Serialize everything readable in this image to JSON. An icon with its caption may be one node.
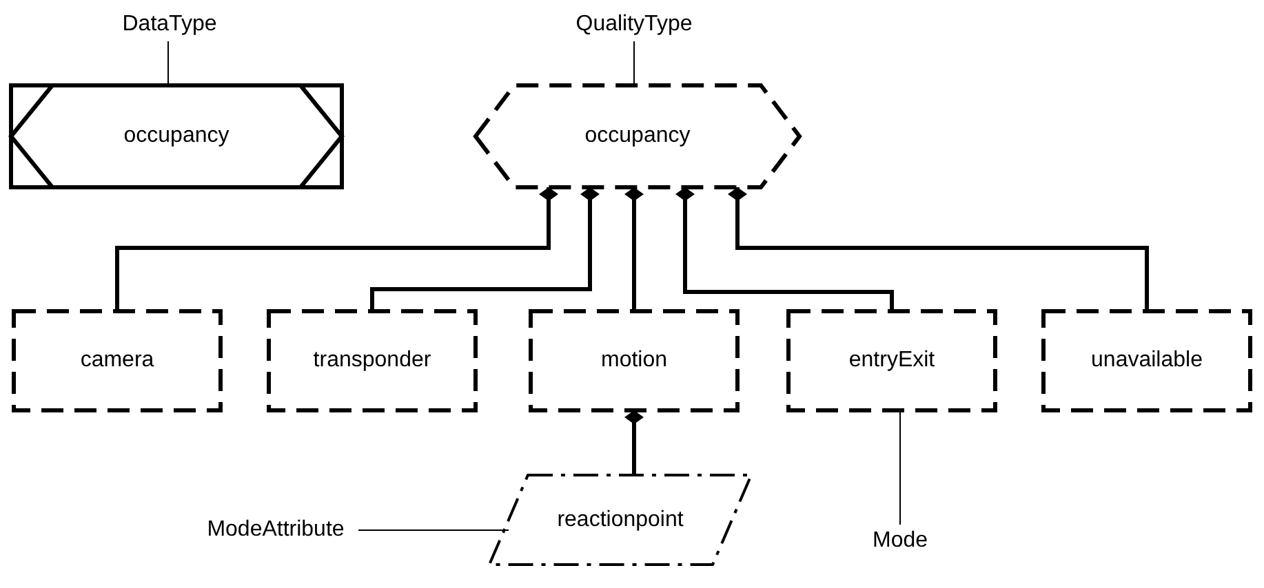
{
  "diagram": {
    "nodes": [
      {
        "text": [
          "DataType"
        ]
      },
      {
        "text": [
          "occupancy"
        ]
      },
      {
        "text": [
          "QualityType"
        ]
      },
      {
        "text": [
          "occupancy"
        ]
      },
      {
        "text": [
          "camera"
        ]
      },
      {
        "text": [
          "transponder"
        ]
      },
      {
        "text": [
          "motion"
        ]
      },
      {
        "text": [
          "entryExit"
        ]
      },
      {
        "text": [
          "unavailable"
        ]
      },
      {
        "text": [
          "reactionpoint"
        ]
      },
      {
        "text": [
          "ModeAttribute"
        ]
      },
      {
        "text": [
          "Mode"
        ]
      }
    ],
    "edges": [
      {
        "from": 0,
        "to": 1,
        "arrow": "none"
      },
      {
        "from": 2,
        "to": 3,
        "arrow": "none"
      },
      {
        "from": 4,
        "to": 3,
        "arrow": "other"
      },
      {
        "from": 5,
        "to": 3,
        "arrow": "other"
      },
      {
        "from": 6,
        "to": 3,
        "arrow": "other"
      },
      {
        "from": 7,
        "to": 3,
        "arrow": "other"
      },
      {
        "from": 8,
        "to": 3,
        "arrow": "other"
      },
      {
        "from": 9,
        "to": 6,
        "arrow": "other"
      },
      {
        "from": 10,
        "to": 9,
        "arrow": "none"
      },
      {
        "from": 11,
        "to": 7,
        "arrow": "none"
      }
    ]
  }
}
